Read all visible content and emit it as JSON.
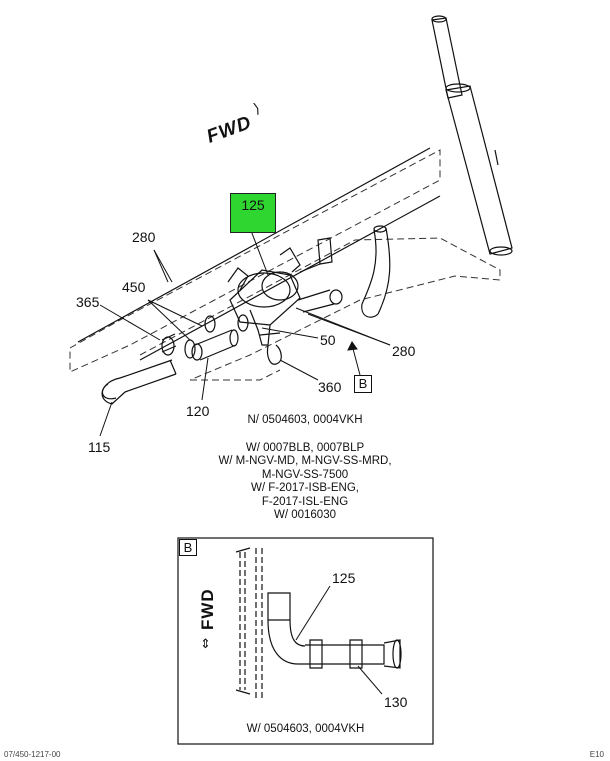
{
  "colors": {
    "highlight": "#2fd62f",
    "line": "#111111",
    "dash": "#333333"
  },
  "main_view": {
    "orientation_label": "FWD",
    "callouts": {
      "c125": "125",
      "c280_upper": "280",
      "c450": "450",
      "c365": "365",
      "c50": "50",
      "c280_lower": "280",
      "c360": "360",
      "c120": "120",
      "c115": "115"
    },
    "view_ref": "B"
  },
  "notes": {
    "line1": "N/ 0504603, 0004VKH",
    "line2": "W/ 0007BLB, 0007BLP",
    "line3": "W/ M-NGV-MD, M-NGV-SS-MRD,",
    "line4": "M-NGV-SS-7500",
    "line5": "W/ F-2017-ISB-ENG,",
    "line6": "F-2017-ISL-ENG",
    "line7": "W/ 0016030"
  },
  "detail_view": {
    "title": "B",
    "orientation_label": "FWD",
    "callouts": {
      "c125": "125",
      "c130": "130"
    },
    "footnote": "W/ 0504603, 0004VKH"
  },
  "footer": {
    "left": "07/450-1217-00",
    "right": "E10"
  }
}
